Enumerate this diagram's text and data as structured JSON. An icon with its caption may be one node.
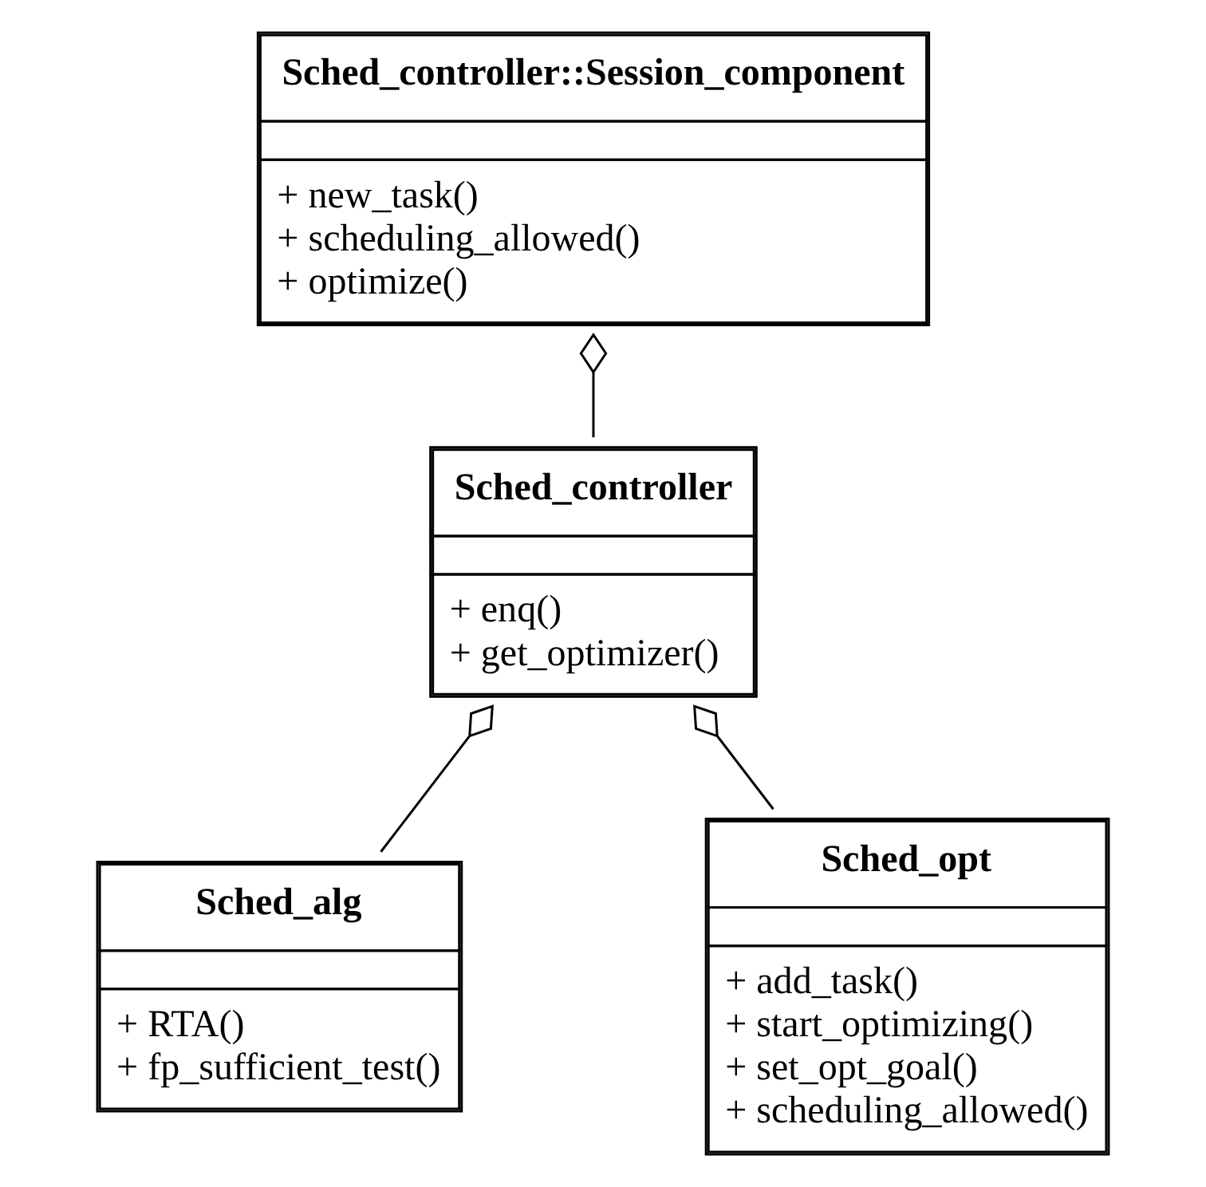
{
  "diagram": {
    "nodes": [
      {
        "text": [
          "Sched_controller::Session_component",
          "+ new_task()",
          "+ scheduling_allowed()",
          "+ optimize()"
        ]
      },
      {
        "text": [
          "Sched_controller",
          "+ enq()",
          "+ get_optimizer()"
        ]
      },
      {
        "text": [
          "Sched_alg",
          "+ RTA()",
          "+ fp_sufficient_test()"
        ]
      },
      {
        "text": [
          "Sched_opt",
          "+ add_task()",
          "+ start_optimizing()",
          "+ set_opt_goal()",
          "+ scheduling_allowed()"
        ]
      }
    ],
    "edges": [
      {
        "from": 0,
        "to": 1,
        "arrow": "other"
      },
      {
        "from": 1,
        "to": 2,
        "arrow": "other"
      },
      {
        "from": 1,
        "to": 3,
        "arrow": "other"
      }
    ]
  }
}
